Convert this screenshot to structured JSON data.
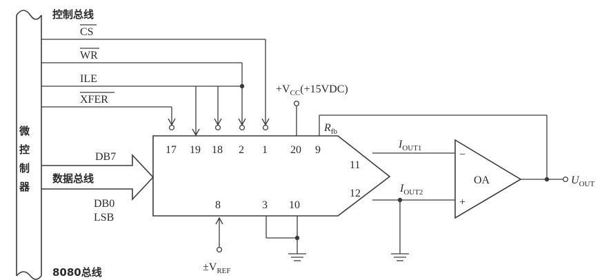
{
  "labels": {
    "control_bus": "控制总线",
    "cs": "CS",
    "wr": "WR",
    "ile": "ILE",
    "xfer": "XFER",
    "vcc_prefix": "+V",
    "vcc_sub": "CC",
    "vcc_suffix": "(+15VDC)",
    "mcu": [
      "微",
      "控",
      "制",
      "器"
    ],
    "db7": "DB7",
    "data_bus": "数据总线",
    "db0": "DB0",
    "lsb": "LSB",
    "bus_8080": "8080总线",
    "vref_prefix": "±V",
    "vref_sub": "REF",
    "rfb": "R",
    "rfb_sub": "fb",
    "iout1": "I",
    "iout1_sub": "OUT1",
    "iout2": "I",
    "iout2_sub": "OUT2",
    "oa": "OA",
    "minus": "−",
    "plus": "+",
    "uout": "U",
    "uout_sub": "OUT"
  },
  "pins": {
    "p17": "17",
    "p19": "19",
    "p18": "18",
    "p2": "2",
    "p1": "1",
    "p20": "20",
    "p9": "9",
    "p11": "11",
    "p12": "12",
    "p8": "8",
    "p3": "3",
    "p10": "10"
  }
}
